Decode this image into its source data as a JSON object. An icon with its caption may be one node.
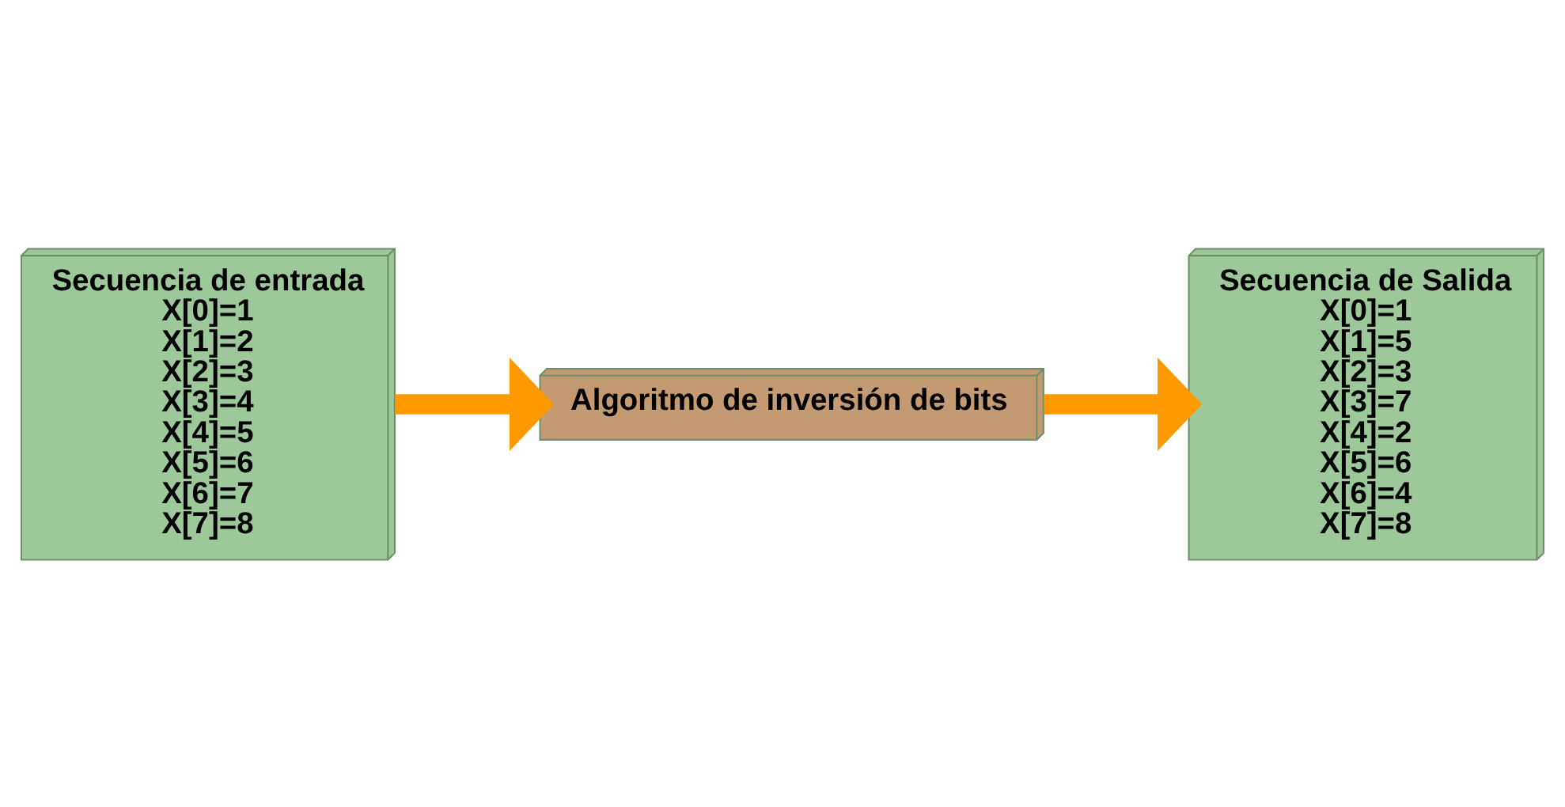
{
  "diagram": {
    "nodes": [
      {
        "text": [
          "Secuencia de entrada",
          "X[0]=1",
          "X[1]=2",
          "X[2]=3",
          "X[3]=4",
          "X[4]=5",
          "X[5]=6",
          "X[6]=7",
          "X[7]=8"
        ]
      },
      {
        "text": [
          "Algoritmo de inversión de bits"
        ]
      },
      {
        "text": [
          "Secuencia de Salida",
          "X[0]=1",
          "X[1]=5",
          "X[2]=3",
          "X[3]=7",
          "X[4]=2",
          "X[5]=6",
          "X[6]=4",
          "X[7]=8"
        ]
      }
    ],
    "edges": [
      {
        "from": 0,
        "to": 1,
        "arrow": "to"
      },
      {
        "from": 1,
        "to": 2,
        "arrow": "to"
      }
    ]
  }
}
